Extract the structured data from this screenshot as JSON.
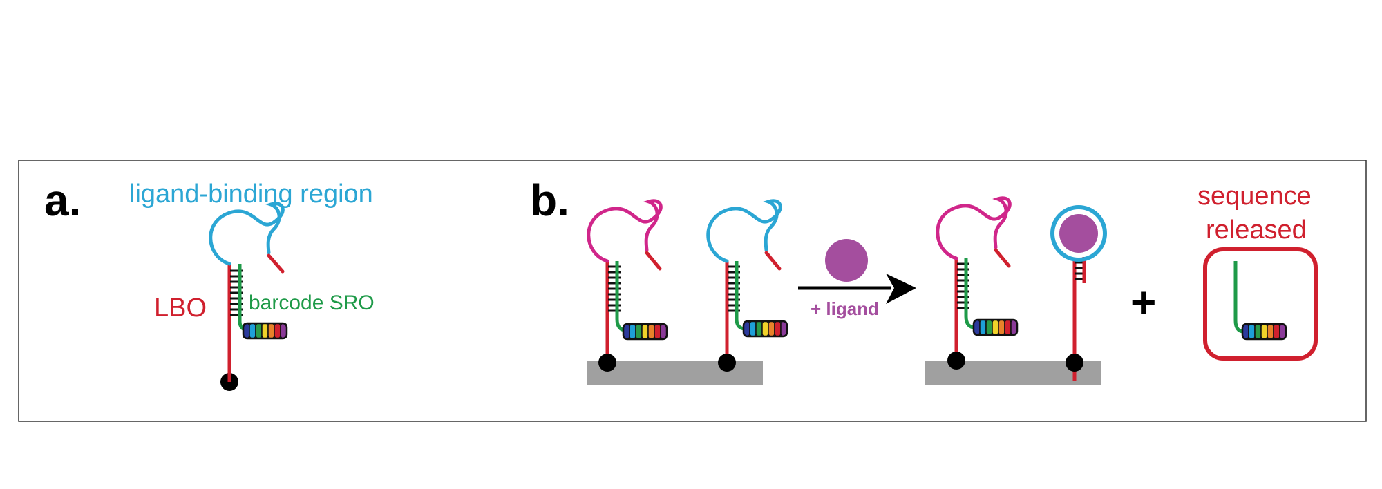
{
  "panel_a": {
    "label": "a.",
    "ligand_binding_region_label": "ligand-binding region",
    "lbo_label": "LBO",
    "barcode_sro_label": "barcode SRO"
  },
  "panel_b": {
    "label": "b.",
    "arrow_label": "+ ligand",
    "plus_symbol": "+",
    "sequence_released_line1": "sequence",
    "sequence_released_line2": "released"
  },
  "colors": {
    "cyan": "#2ba6d4",
    "red": "#d0202e",
    "green": "#1e9a48",
    "magenta": "#d0268a",
    "ligand_purple": "#a44e9e",
    "substrate_gray": "#a0a0a0",
    "barcode_stripes": [
      "#2c3a9c",
      "#1e9fd8",
      "#2a9a48",
      "#f0d22a",
      "#e8822a",
      "#d0202e",
      "#8a3a98"
    ]
  }
}
